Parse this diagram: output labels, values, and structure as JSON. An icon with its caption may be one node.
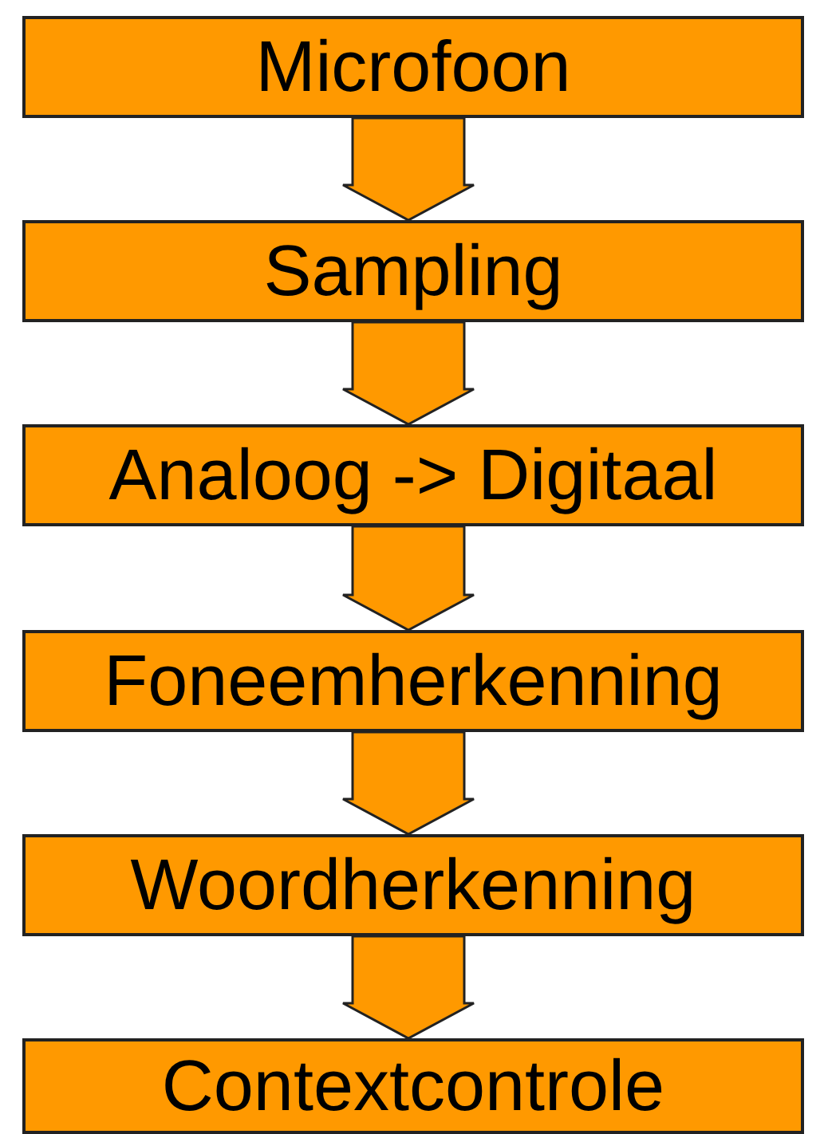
{
  "diagram": {
    "nodes": [
      {
        "text": [
          "Microfoon"
        ]
      },
      {
        "text": [
          "Sampling"
        ]
      },
      {
        "text": [
          "Analoog -> Digitaal"
        ]
      },
      {
        "text": [
          "Foneemherkenning"
        ]
      },
      {
        "text": [
          "Woordherkenning"
        ]
      },
      {
        "text": [
          "Contextcontrole"
        ]
      }
    ],
    "edges": [
      {
        "from": 0,
        "to": 1,
        "arrow": "to"
      },
      {
        "from": 1,
        "to": 2,
        "arrow": "to"
      },
      {
        "from": 2,
        "to": 3,
        "arrow": "to"
      },
      {
        "from": 3,
        "to": 4,
        "arrow": "to"
      },
      {
        "from": 4,
        "to": 5,
        "arrow": "to"
      }
    ]
  }
}
